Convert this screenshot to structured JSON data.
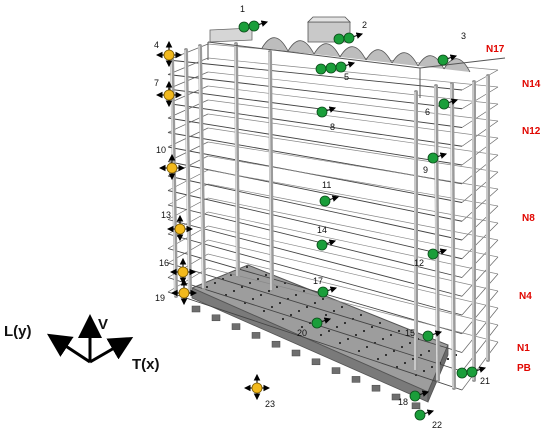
{
  "colors": {
    "sensor_green": "#1a9e3a",
    "sensor_yellow": "#f2b91c",
    "level_label": "#e10600",
    "structure": "#555555",
    "base": "#9a9a9a"
  },
  "axes": {
    "long": "L(y)",
    "vertical": "V",
    "transverse": "T(x)"
  },
  "levels": [
    "N17",
    "N14",
    "N12",
    "N8",
    "N4",
    "N1",
    "PB"
  ],
  "sensors": [
    {
      "label": "1",
      "color": "green",
      "count": 2
    },
    {
      "label": "2",
      "color": "green",
      "count": 2
    },
    {
      "label": "3",
      "color": "green",
      "count": 1
    },
    {
      "label": "4",
      "color": "yellow",
      "count": 1
    },
    {
      "label": "5",
      "color": "green",
      "count": 3
    },
    {
      "label": "6",
      "color": "green",
      "count": 1
    },
    {
      "label": "7",
      "color": "yellow",
      "count": 1
    },
    {
      "label": "8",
      "color": "green",
      "count": 1
    },
    {
      "label": "9",
      "color": "green",
      "count": 1
    },
    {
      "label": "10",
      "color": "yellow",
      "count": 1
    },
    {
      "label": "11",
      "color": "green",
      "count": 1
    },
    {
      "label": "12",
      "color": "green",
      "count": 1
    },
    {
      "label": "13",
      "color": "yellow",
      "count": 1
    },
    {
      "label": "14",
      "color": "green",
      "count": 1
    },
    {
      "label": "15",
      "color": "green",
      "count": 1
    },
    {
      "label": "16",
      "color": "yellow",
      "count": 1
    },
    {
      "label": "17",
      "color": "green",
      "count": 1
    },
    {
      "label": "18",
      "color": "green",
      "count": 1
    },
    {
      "label": "19",
      "color": "yellow",
      "count": 1
    },
    {
      "label": "20",
      "color": "green",
      "count": 1
    },
    {
      "label": "21",
      "color": "green",
      "count": 2
    },
    {
      "label": "22",
      "color": "green",
      "count": 1
    },
    {
      "label": "23",
      "color": "yellow",
      "count": 1
    }
  ]
}
